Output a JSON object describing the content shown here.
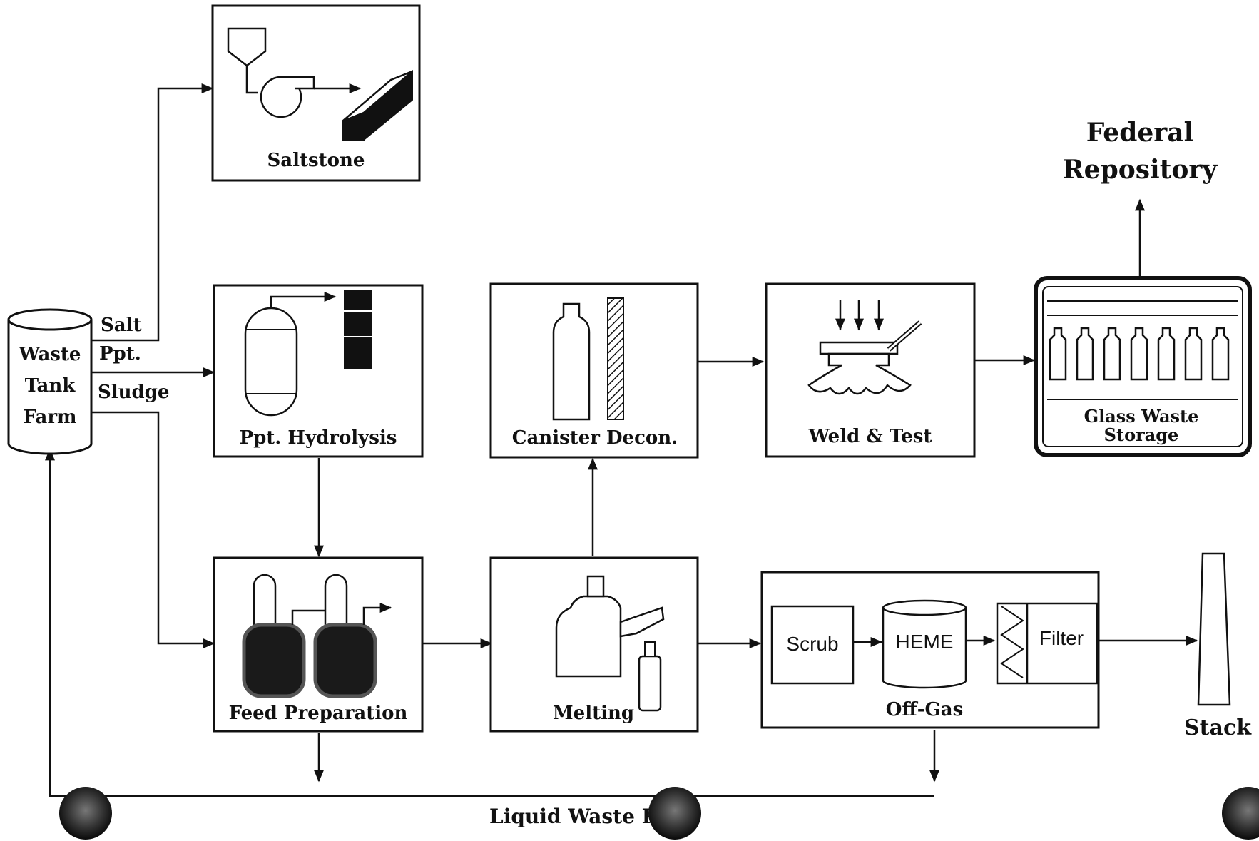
{
  "diagram": {
    "tank": {
      "lines": [
        "Waste",
        "Tank",
        "Farm"
      ]
    },
    "streams": {
      "salt": "Salt",
      "ppt": "Ppt.",
      "sludge": "Sludge"
    },
    "nodes": {
      "saltstone": "Saltstone",
      "ppt_hydrolysis": "Ppt. Hydrolysis",
      "canister_decon": "Canister Decon.",
      "weld_test": "Weld & Test",
      "glass_storage_line1": "Glass Waste",
      "glass_storage_line2": "Storage",
      "federal_line1": "Federal",
      "federal_line2": "Repository",
      "feed_preparation": "Feed Preparation",
      "melting": "Melting",
      "off_gas": "Off-Gas",
      "stack": "Stack"
    },
    "offgas_units": {
      "scrub": "Scrub",
      "heme": "HEME",
      "filter": "Filter"
    },
    "recycle_label": "Liquid Waste R"
  },
  "colors": {
    "ink": "#111111",
    "fill_dark": "#1a1a1a",
    "background": "#ffffff"
  }
}
